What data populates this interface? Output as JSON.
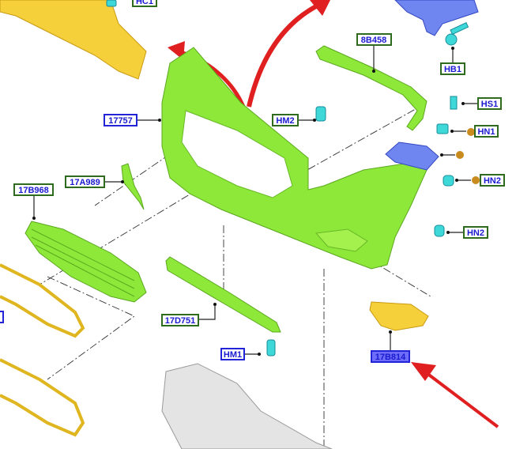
{
  "labels": {
    "hc1": "HC1",
    "b8458": "8B458",
    "hb1": "HB1",
    "hs1": "HS1",
    "hn1": "HN1",
    "hn2_upper": "HN2",
    "hn2_lower": "HN2",
    "p17757": "17757",
    "hm2": "HM2",
    "p17a989": "17A989",
    "p17b968": "17B968",
    "p17d751": "17D751",
    "hm1": "HM1",
    "p17b814": "17B814"
  },
  "colors": {
    "bumper": "#8ee83a",
    "highlight_label": "#6d6dfa",
    "arrow": "#e02020",
    "fastener": "#3fd8d8",
    "bracket": "#6f86f0",
    "grille_trim": "#f5d03a"
  }
}
